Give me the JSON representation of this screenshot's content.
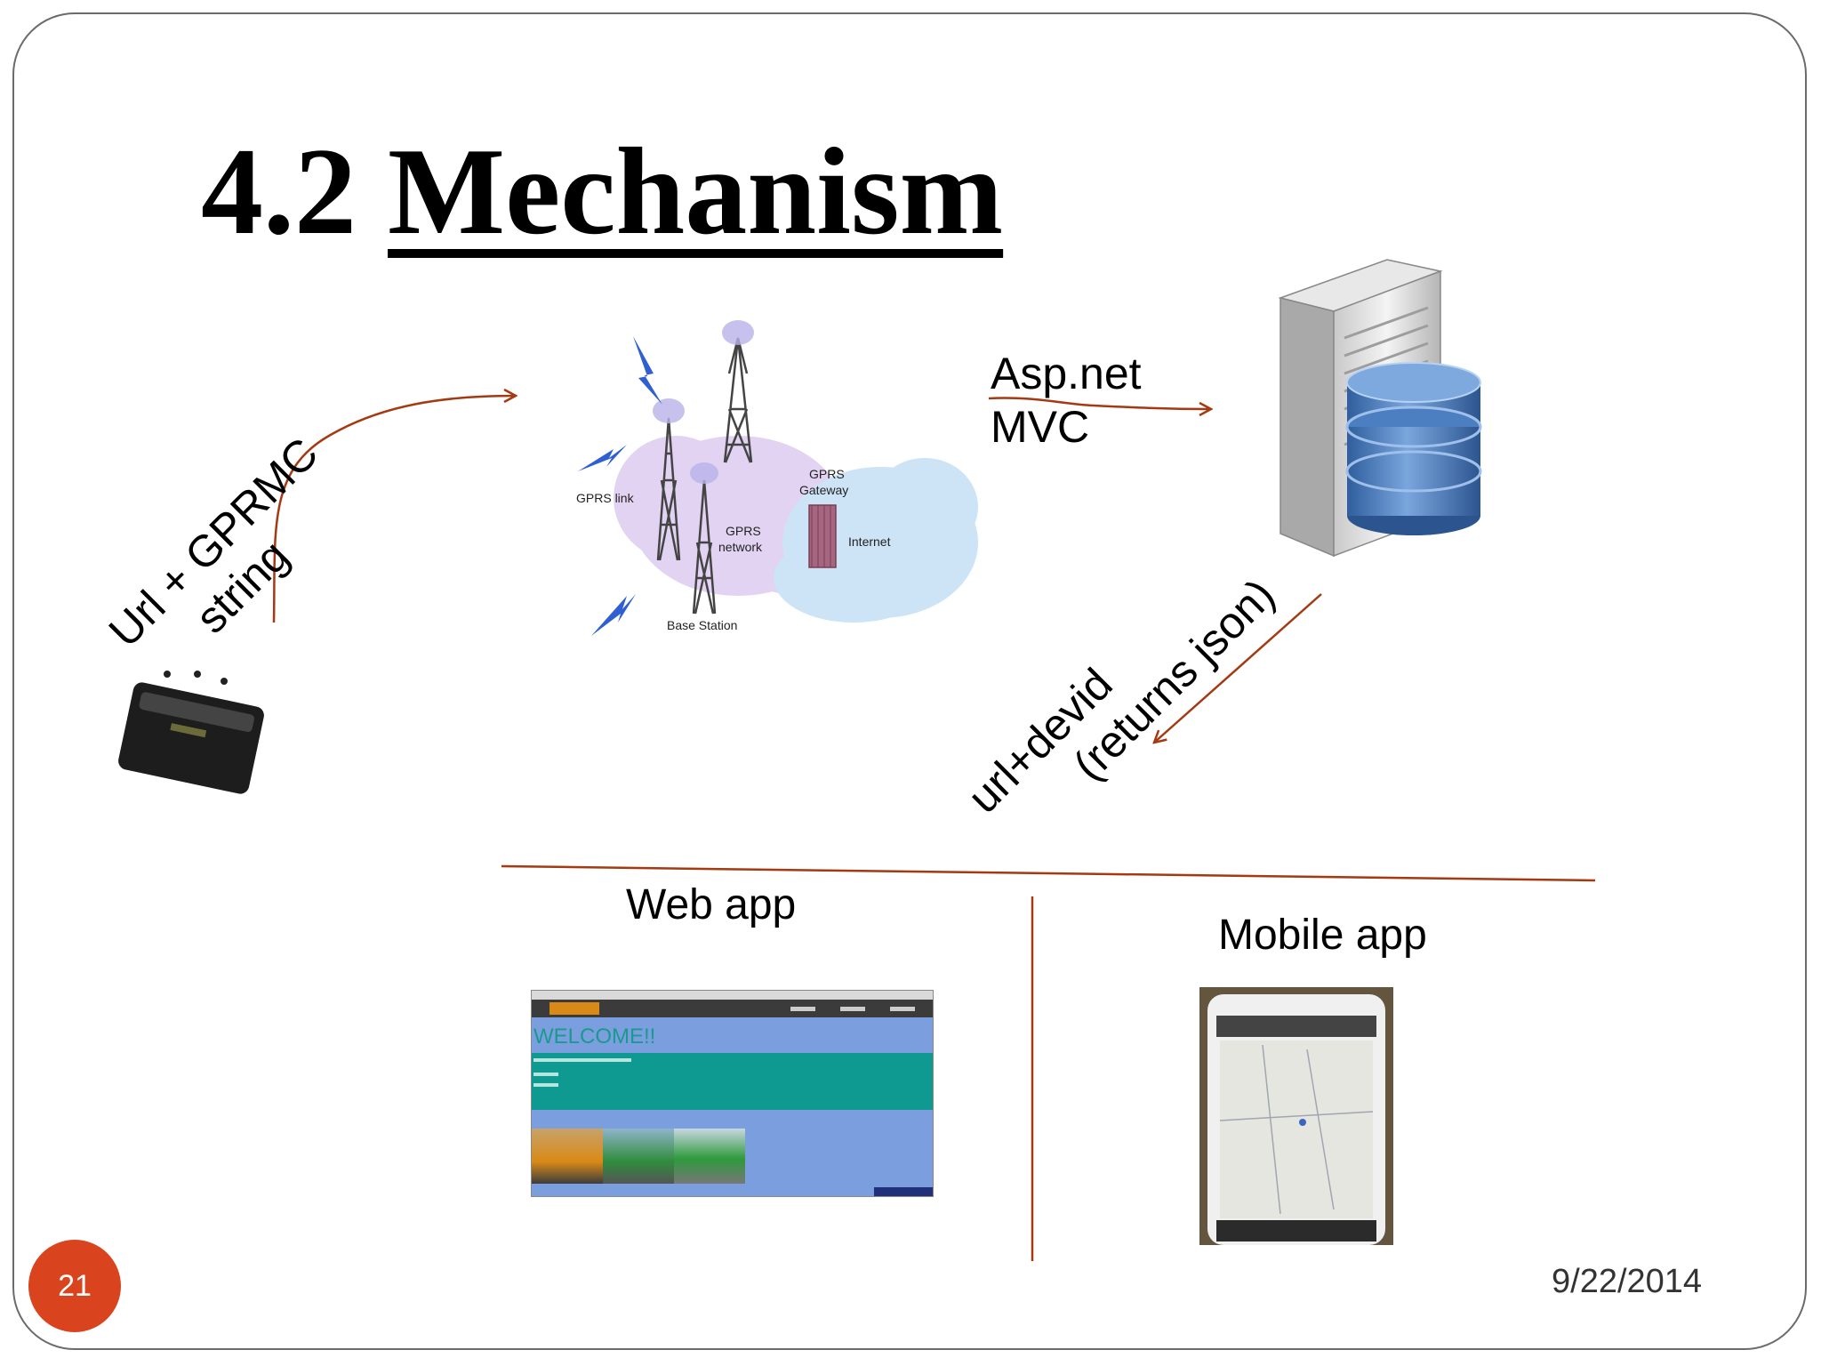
{
  "slide": {
    "title_number": "4.2",
    "title_word": "Mechanism",
    "page_number": "21",
    "date": "9/22/2014"
  },
  "labels": {
    "request_line1": "Url + GPRMC",
    "request_line2": "string",
    "framework_line1": "Asp.net",
    "framework_line2": "MVC",
    "response_line1": "url+devid",
    "response_line2": "(returns json)",
    "web_app": "Web app",
    "mobile_app": "Mobile app"
  },
  "network_figure": {
    "gprs_link": "GPRS link",
    "gprs_network_1": "GPRS",
    "gprs_network_2": "network",
    "gprs_gateway_1": "GPRS",
    "gprs_gateway_2": "Gateway",
    "internet": "Internet",
    "base_station": "Base Station"
  },
  "web_thumbnail": {
    "welcome": "WELCOME!!"
  },
  "colors": {
    "arrow": "#a33a12",
    "badge": "#d9431e",
    "cloud_left": "#e2d3f3",
    "cloud_right": "#cde3f6",
    "database": "#4a78b8"
  }
}
